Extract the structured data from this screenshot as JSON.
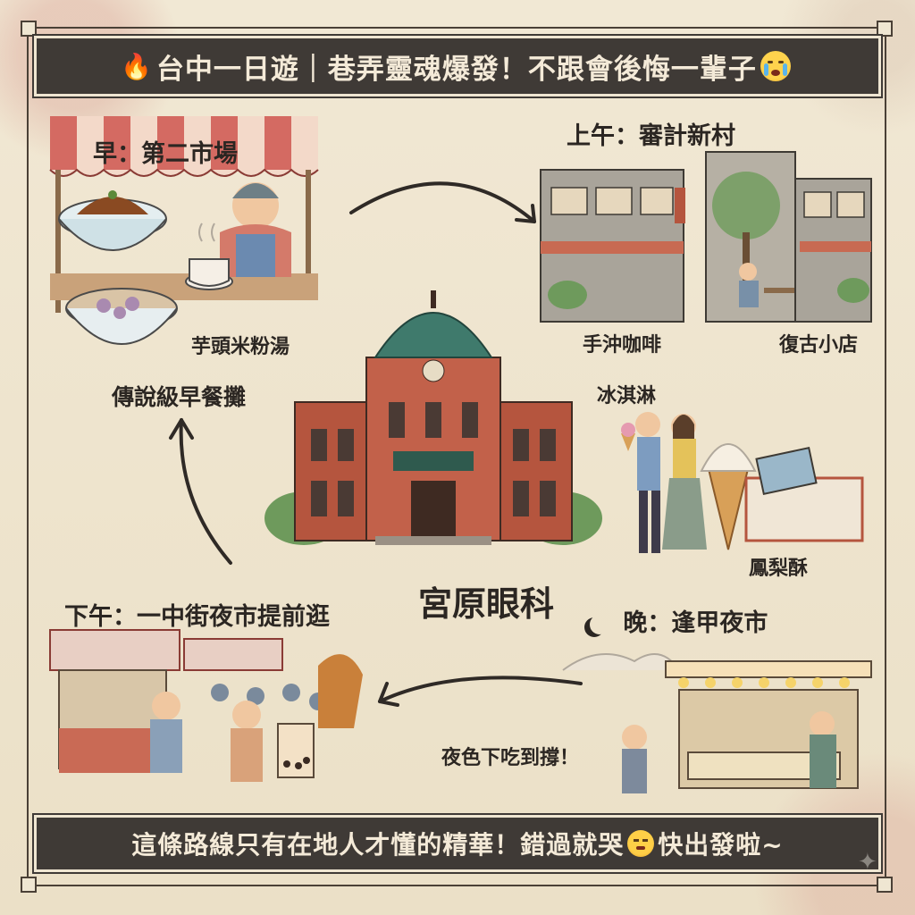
{
  "title": "台中一日遊｜巷弄靈魂爆發！不跟會後悔一輩子",
  "footer": {
    "text_before": "這條路線只有在地人才懂的精華！錯過就哭",
    "text_after": "快出發啦~"
  },
  "icons": [
    "fire-icon",
    "crying-face-icon",
    "steaming-face-icon",
    "moon-icon",
    "sparkle-icon"
  ],
  "stops": {
    "morning": {
      "heading": "早：第二市場",
      "dish": "芋頭米粉湯",
      "caption": "傳說級早餐攤"
    },
    "forenoon": {
      "heading": "上午：審計新村",
      "item1": "手沖咖啡",
      "item2": "復古小店"
    },
    "center": {
      "name": "宮原眼科",
      "item1": "冰淇淋",
      "item2": "鳳梨酥"
    },
    "afternoon": {
      "heading": "下午：一中街夜市提前逛"
    },
    "evening": {
      "heading": "晚：逢甲夜市",
      "caption": "夜色下吃到撐！"
    }
  },
  "colors": {
    "banner": "#3f3a36",
    "brick": "#b5553e",
    "dome": "#3f7a6c",
    "paper": "#efe6d2"
  }
}
